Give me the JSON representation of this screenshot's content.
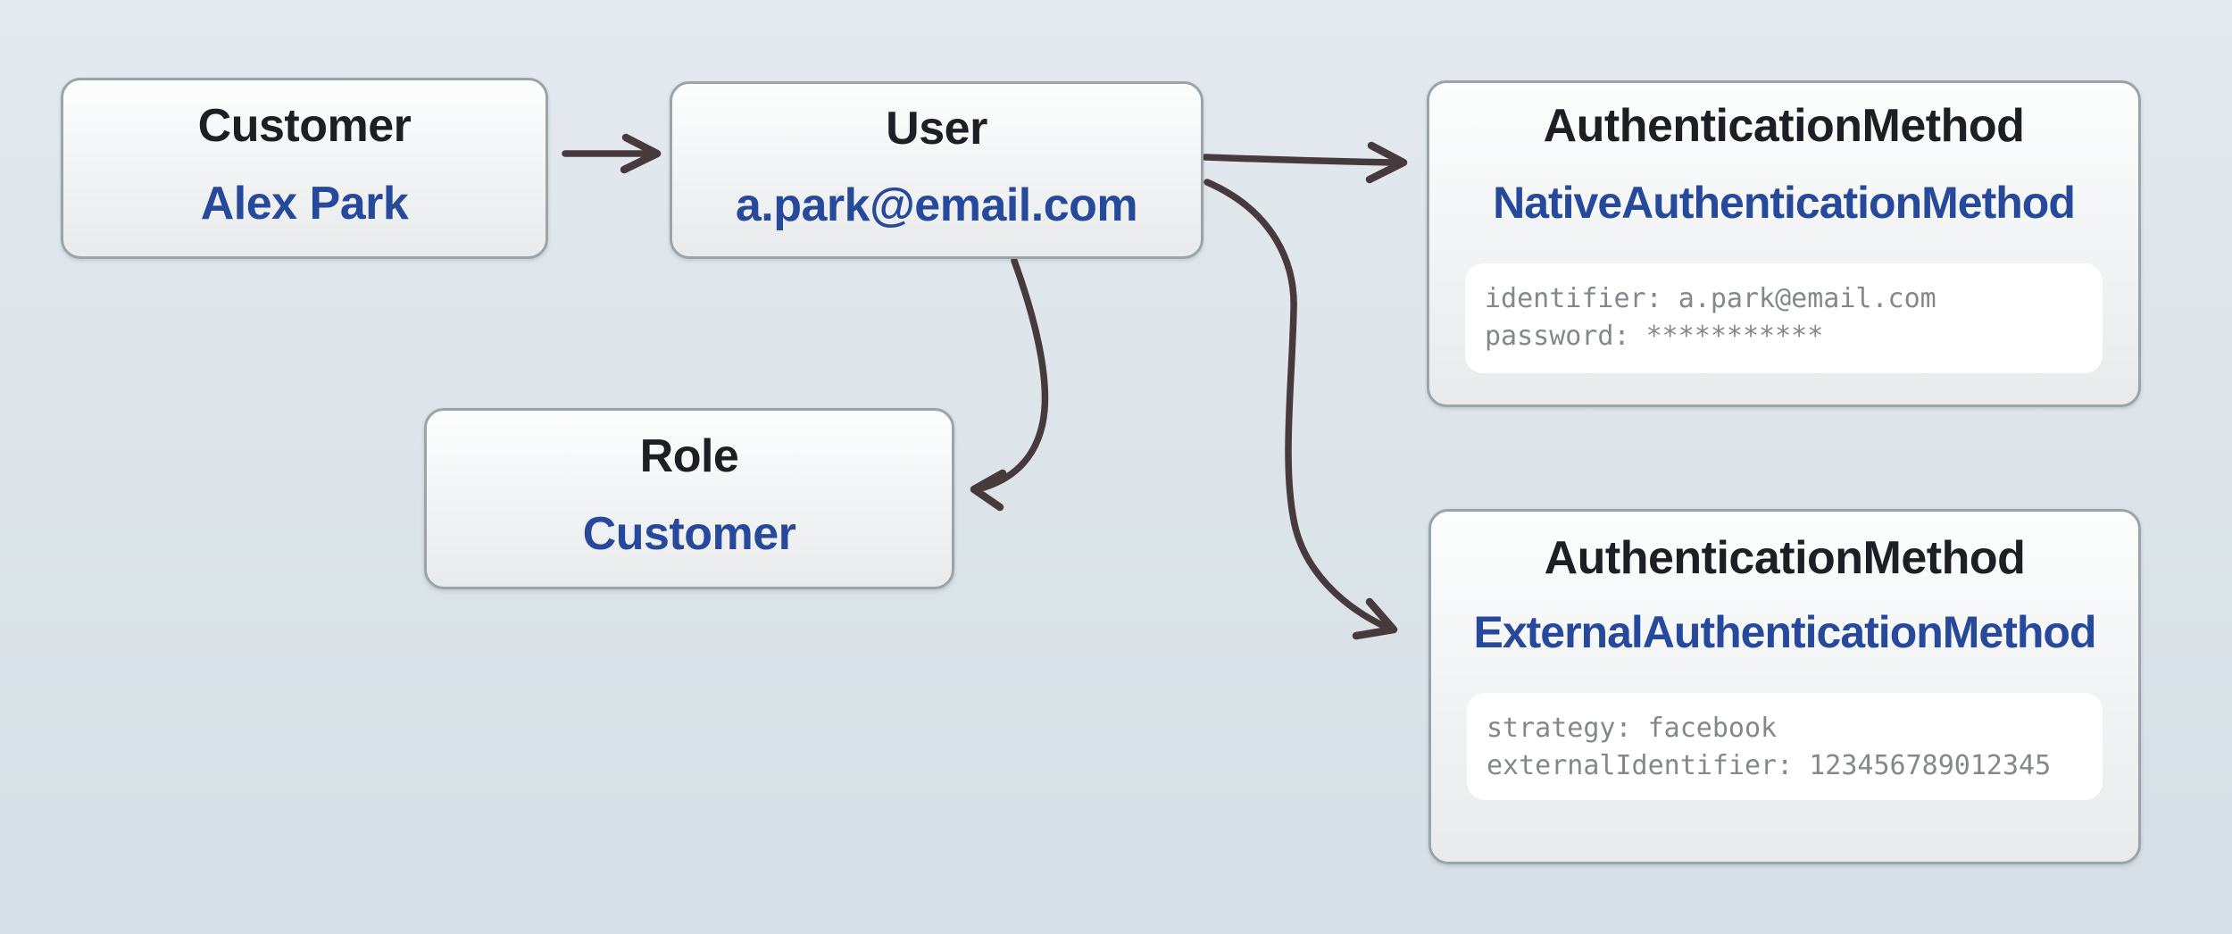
{
  "diagram": {
    "kind": "entity-relationship-diagram",
    "background_top": "#e4eaef",
    "background_bottom": "#d5dfe5",
    "box_border_color": "#9ba4a9",
    "title_color": "#1d1f24",
    "value_color": "#27499b",
    "attribute_text_color": "#84888c",
    "arrow_color": "#473a3c"
  },
  "nodes": [
    {
      "id": "customer",
      "title": "Customer",
      "value": "Alex Park"
    },
    {
      "id": "user",
      "title": "User",
      "value": "a.park@email.com"
    },
    {
      "id": "role",
      "title": "Role",
      "value": "Customer"
    },
    {
      "id": "auth-native",
      "title": "AuthenticationMethod",
      "value": "NativeAuthenticationMethod",
      "attributes": [
        "identifier: a.park@email.com",
        "password: ***********"
      ]
    },
    {
      "id": "auth-external",
      "title": "AuthenticationMethod",
      "value": "ExternalAuthenticationMethod",
      "attributes": [
        "strategy: facebook",
        "externalIdentifier: 123456789012345"
      ]
    }
  ],
  "edges": [
    {
      "from": "customer",
      "to": "user"
    },
    {
      "from": "user",
      "to": "auth-native"
    },
    {
      "from": "user",
      "to": "auth-external"
    },
    {
      "from": "user",
      "to": "role"
    }
  ]
}
